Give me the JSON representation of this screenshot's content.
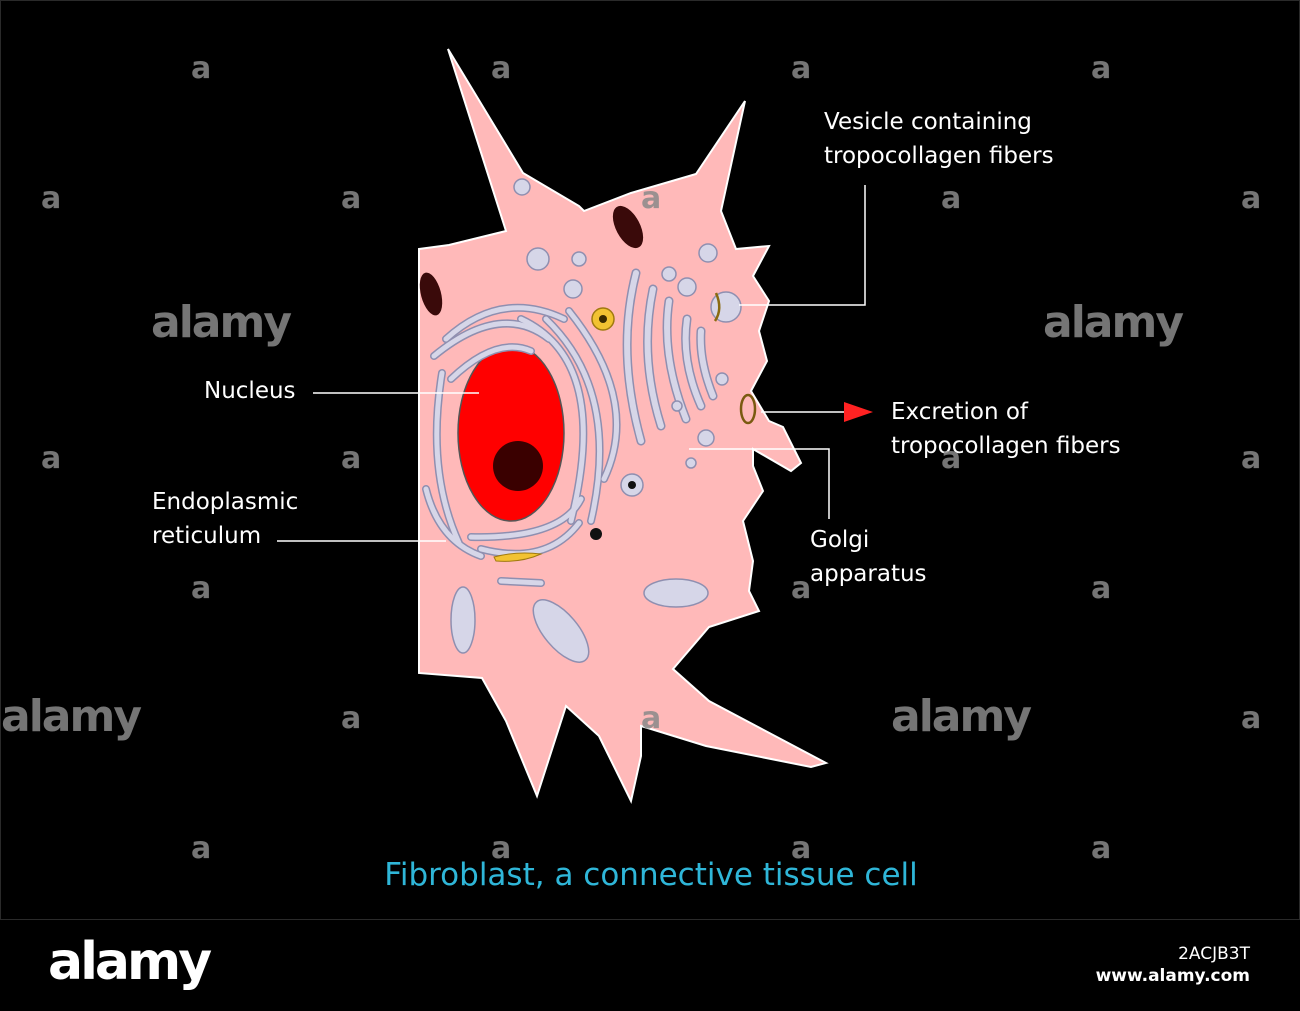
{
  "title": "Fibroblast, a connective tissue cell",
  "labels": {
    "vesicle_line1": "Vesicle containing",
    "vesicle_line2": "tropocollagen fibers",
    "excretion_line1": "Excretion of",
    "excretion_line2": "tropocollagen fibers",
    "nucleus": "Nucleus",
    "er_line1": "Endoplasmic",
    "er_line2": "reticulum",
    "golgi_line1": "Golgi",
    "golgi_line2": "apparatus"
  },
  "watermark": {
    "letter": "a",
    "word": "alamy"
  },
  "footer": {
    "logo": "alamy",
    "image_id": "2ACJB3T",
    "url": "www.alamy.com"
  },
  "colors": {
    "background": "#000000",
    "cell": "#ffb9b9",
    "nucleus": "#ff0000",
    "nucleolus": "#3a0000",
    "organelle": "#d6d6e8",
    "title": "#2fb6d8",
    "arrow": "#ff2222"
  }
}
